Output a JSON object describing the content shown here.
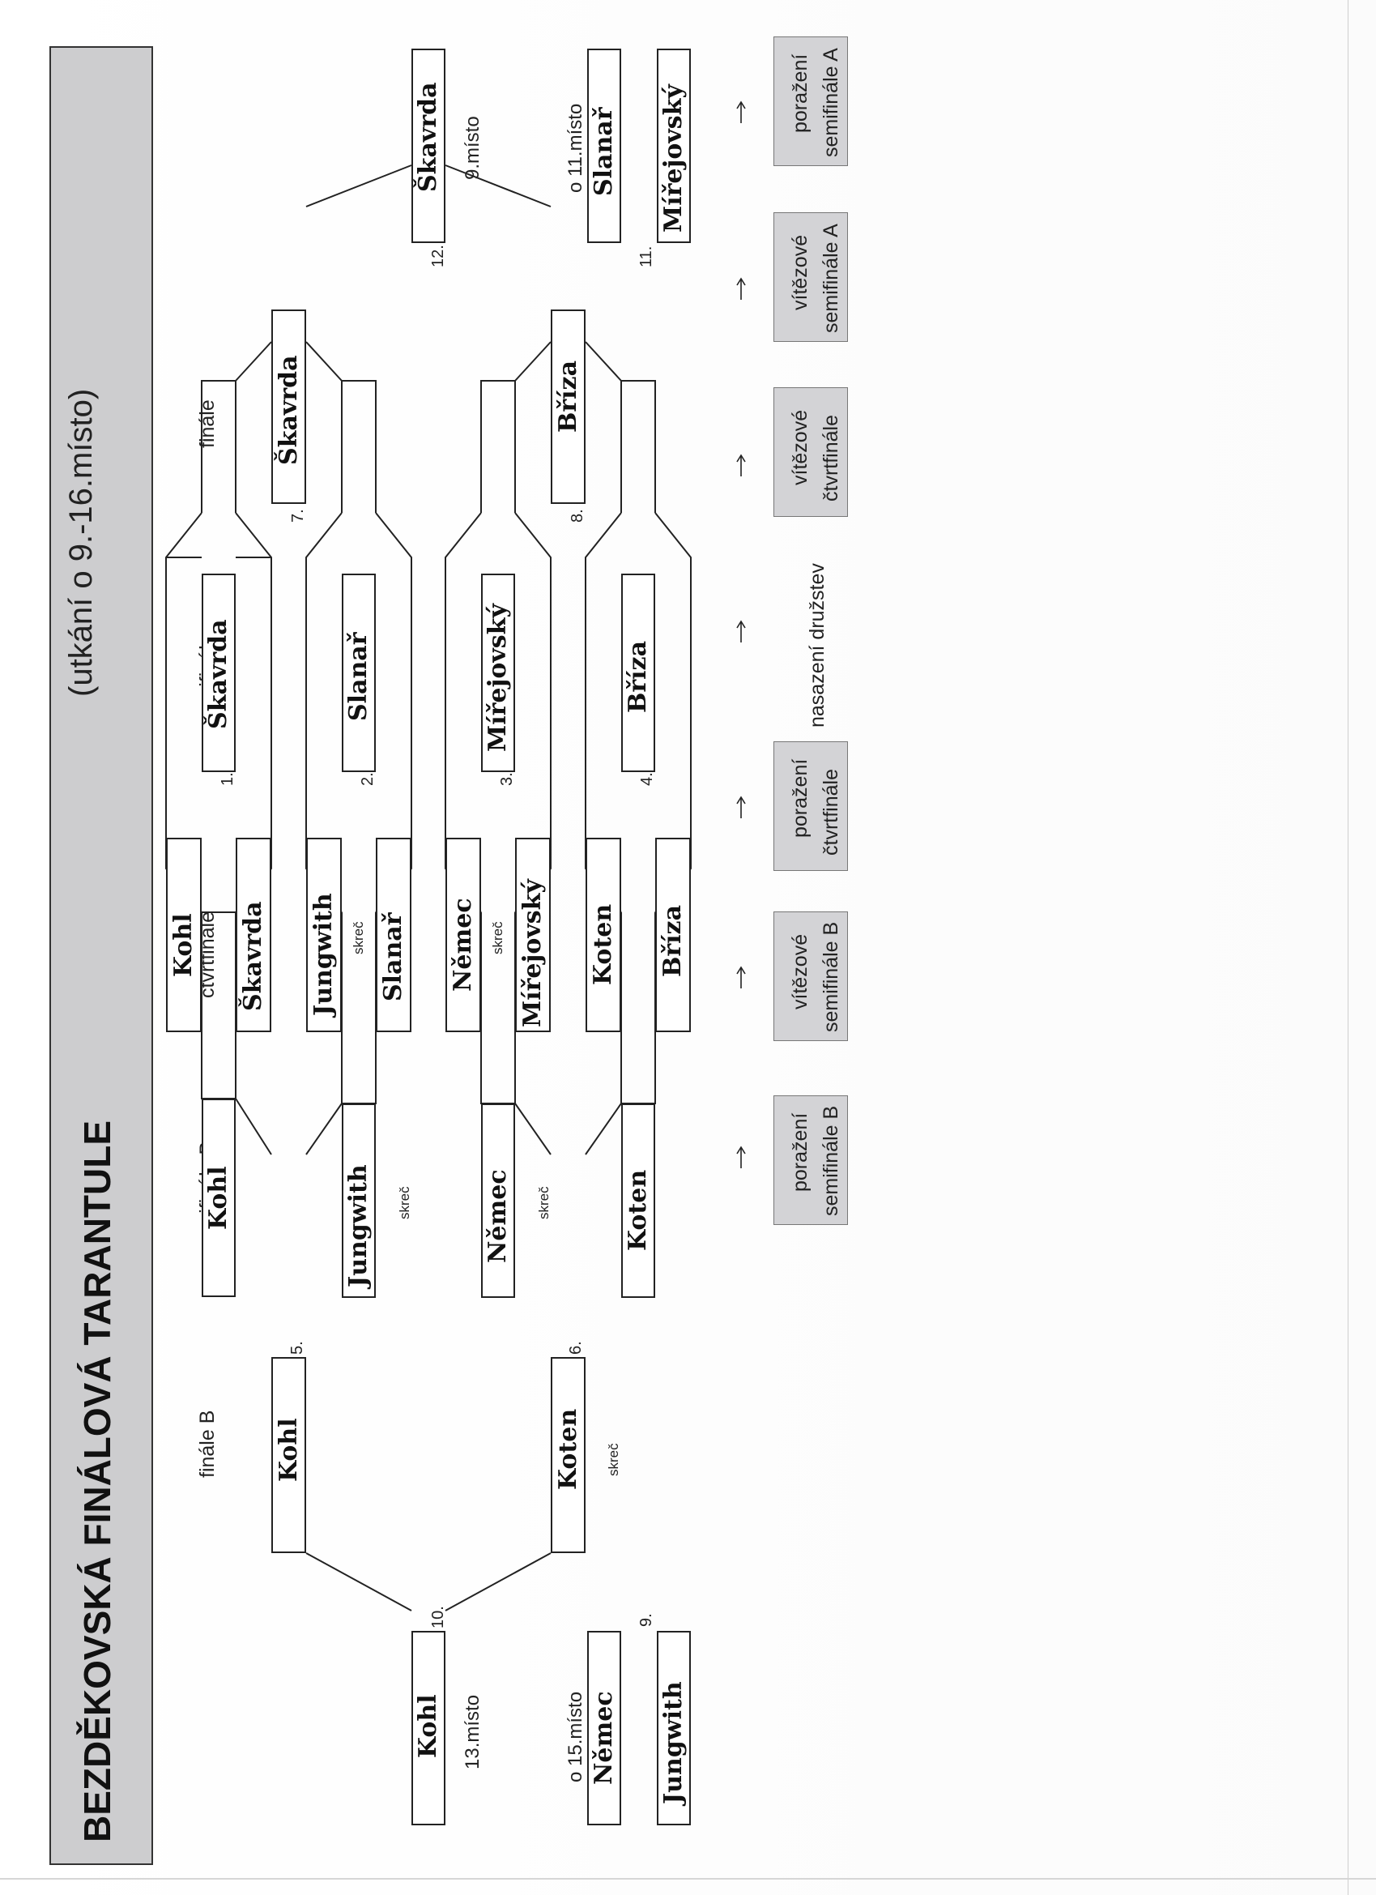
{
  "title": "BEZDĚKOVSKÁ FINÁLOVÁ TARANTULE",
  "subtitle": "(utkání o 9.-16.místo)",
  "round_labels": {
    "finale_b": "finále B",
    "semifinale_b": "semifinále B",
    "ctvrtfinale": "čtvrtfinále",
    "semifinale": "semifinále",
    "finale": "finále"
  },
  "quarterfinals": [
    {
      "top": "Kohl",
      "bottom": "Škavrda",
      "note": ""
    },
    {
      "top": "Jungwith",
      "bottom": "Slanař",
      "note": "skreč"
    },
    {
      "top": "Němec",
      "bottom": "Mířejovský",
      "note": "skreč"
    },
    {
      "top": "Koten",
      "bottom": "Bříza",
      "note": ""
    }
  ],
  "semifinals_a": [
    {
      "number": "1.",
      "winner": "Škavrda"
    },
    {
      "number": "2.",
      "winner": "Slanař"
    },
    {
      "number": "3.",
      "winner": "Mířejovský"
    },
    {
      "number": "4.",
      "winner": "Bříza"
    }
  ],
  "final_a": [
    {
      "number": "7.",
      "winner": "Škavrda"
    },
    {
      "number": "8.",
      "winner": "Bříza"
    }
  ],
  "place_9": {
    "number": "12.",
    "winner": "Škavrda",
    "label": "9.místo"
  },
  "place_11": {
    "label": "o 11.místo",
    "number": "11.",
    "top": "Slanař",
    "bottom": "Mířejovský"
  },
  "semifinals_b": [
    {
      "winner": "Kohl",
      "note": ""
    },
    {
      "winner": "Jungwith",
      "note": "skreč"
    },
    {
      "winner": "Němec",
      "note": "skreč"
    },
    {
      "winner": "Koten",
      "note": ""
    }
  ],
  "final_b": [
    {
      "number": "5.",
      "winner": "Kohl",
      "note": ""
    },
    {
      "number": "6.",
      "winner": "Koten",
      "note": "skreč"
    }
  ],
  "place_13": {
    "number": "10.",
    "winner": "Kohl",
    "label": "13.místo"
  },
  "place_15": {
    "label": "o 15.místo",
    "number": "9.",
    "top": "Němec",
    "bottom": "Jungwith"
  },
  "legend": {
    "porazeni_sf_a": [
      "poražení",
      "semifinále A"
    ],
    "vitezove_sf_a": [
      "vítězové",
      "semifinále A"
    ],
    "vitezove_qf": [
      "vítězové",
      "čtvrtfinále"
    ],
    "nasazeni": "nasazení družstev",
    "porazeni_qf": [
      "poražení",
      "čtvrtfinále"
    ],
    "vitezove_sf_b": [
      "vítězové",
      "semifinále B"
    ],
    "porazeni_sf_b": [
      "poražení",
      "semifinále B"
    ]
  }
}
